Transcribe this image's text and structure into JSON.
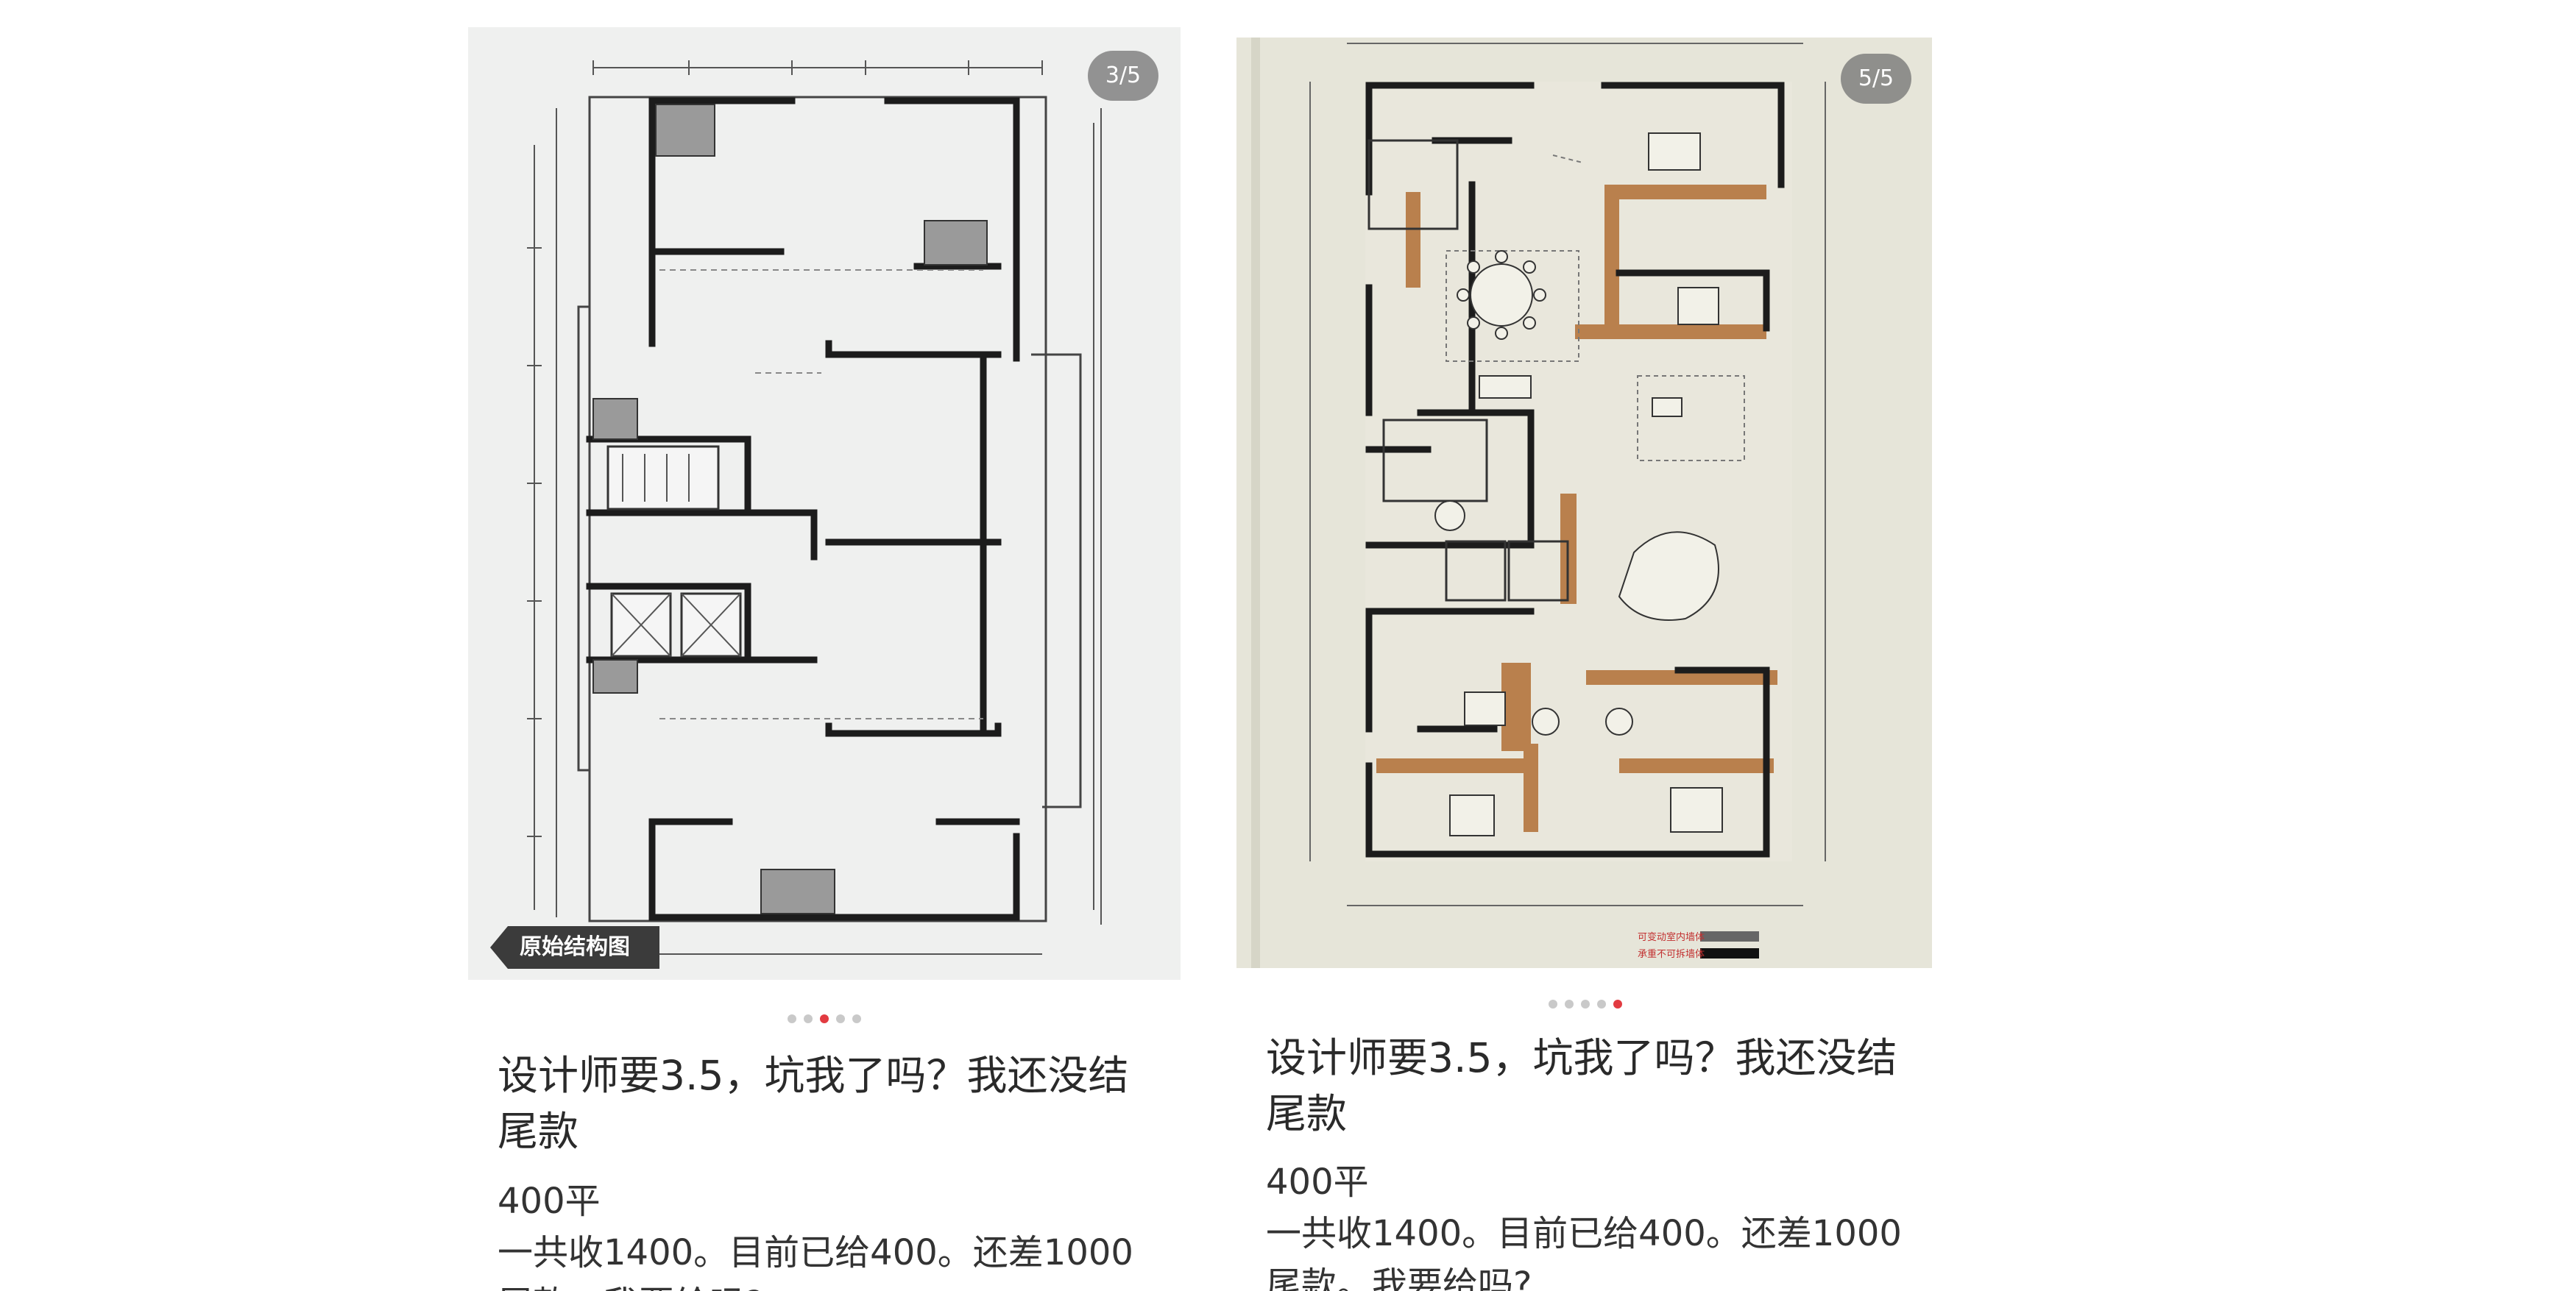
{
  "posts": [
    {
      "counter": "3/5",
      "image_tag": "原始结构图",
      "dots_total": 5,
      "dots_active": 3,
      "title": "设计师要3.5，坑我了吗？我还没结尾款",
      "body_lines": [
        "400平",
        "一共收1400。目前已给400。还差1000",
        "尾款，我要给吗?"
      ]
    },
    {
      "counter": "5/5",
      "dots_total": 5,
      "dots_active": 5,
      "title": "设计师要3.5，坑我了吗？我还没结尾款",
      "body_lines": [
        "400平",
        "一共收1400。目前已给400。还差1000",
        "尾款。我要给吗?"
      ],
      "legend": [
        "可变动室内墙体",
        "承重不可拆墙体"
      ]
    }
  ],
  "colors": {
    "accent_dot": "#e23b41",
    "wall": "#1c1c1c",
    "floor_wood": "#b9804d"
  }
}
